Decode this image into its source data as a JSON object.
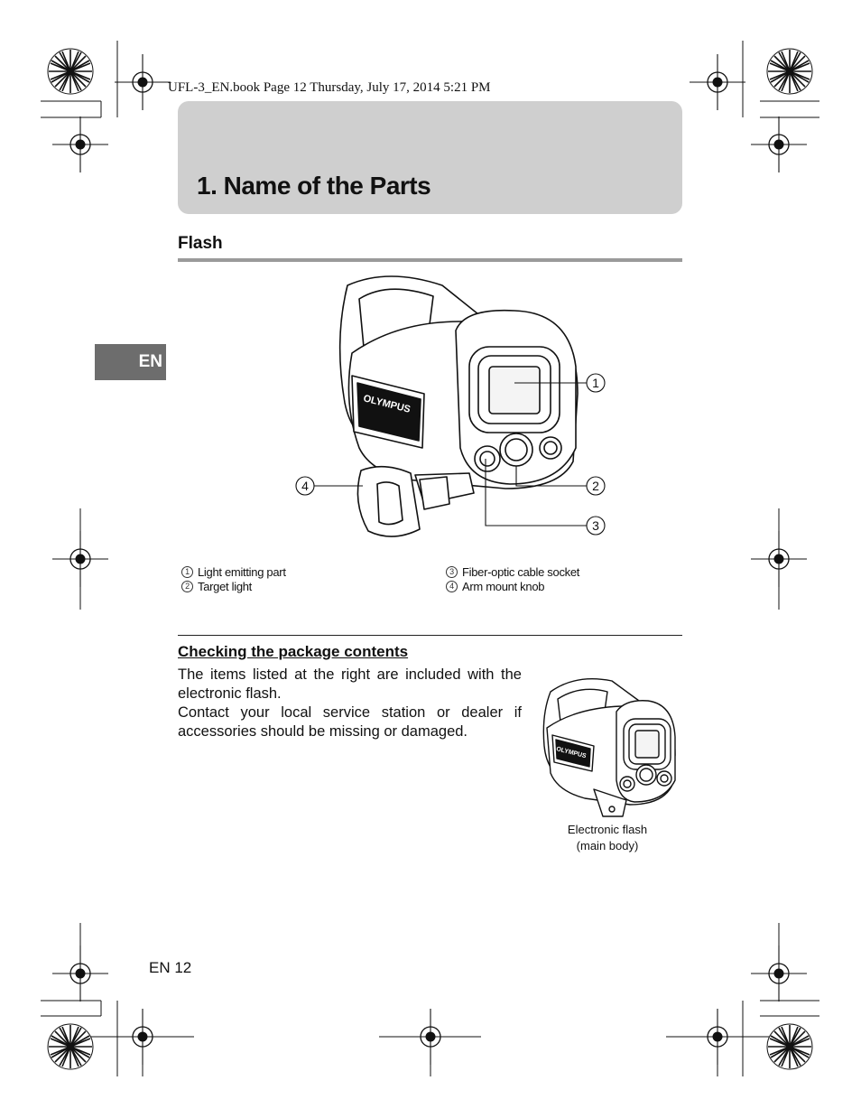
{
  "header": {
    "print_line": "UFL-3_EN.book  Page 12  Thursday, July 17, 2014  5:21 PM"
  },
  "title": "1. Name of the Parts",
  "section": "Flash",
  "language_tab": "EN",
  "figure": {
    "brand": "OLYMPUS",
    "callouts": [
      "1",
      "2",
      "3",
      "4"
    ]
  },
  "parts": [
    {
      "num": "1",
      "label": "Light emitting part"
    },
    {
      "num": "2",
      "label": "Target light"
    },
    {
      "num": "3",
      "label": "Fiber-optic cable socket"
    },
    {
      "num": "4",
      "label": "Arm mount knob"
    }
  ],
  "package": {
    "heading": "Checking the package contents",
    "para1": "The items listed at the right are included with the electronic flash.",
    "para2": "Contact your local service station or dealer if accessories should be missing or damaged.",
    "caption_line1": "Electronic flash",
    "caption_line2": "(main body)"
  },
  "footer": {
    "page": "EN 12"
  }
}
